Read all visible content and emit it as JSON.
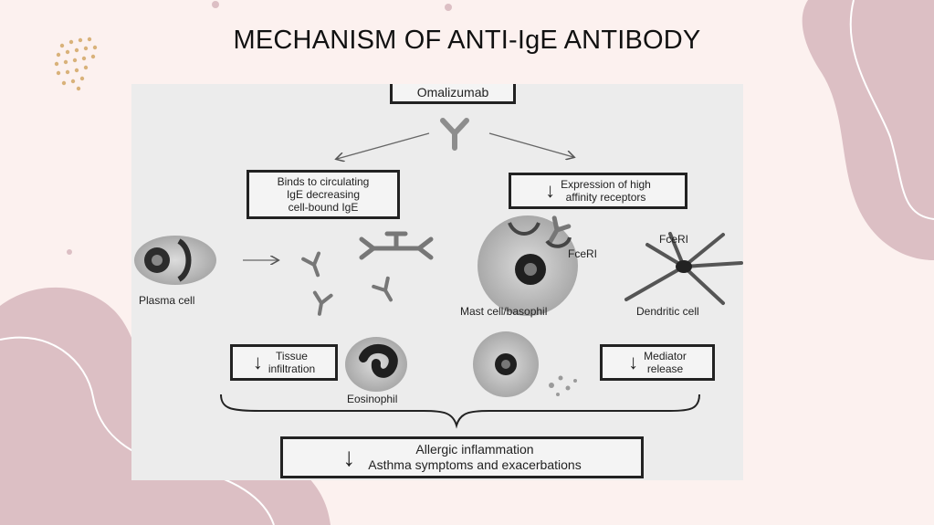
{
  "slide": {
    "title": "MECHANISM OF ANTI-IgE ANTIBODY"
  },
  "diagram": {
    "drug_label": "Omalizumab",
    "left_effect": "Binds to circulating\nIgE decreasing\ncell-bound IgE",
    "right_effect": "Expression of high\naffinity receptors",
    "cells": {
      "plasma": "Plasma cell",
      "mast": "Mast cell/basophil",
      "dendritic": "Dendritic cell",
      "eosinophil": "Eosinophil"
    },
    "receptor_labels": {
      "mast_receptor": "FceRI",
      "dendritic_receptor": "FceRI"
    },
    "outcomes": {
      "tissue": "Tissue\ninfiltration",
      "mediator": "Mediator\nrelease",
      "final_line1": "Allergic inflammation",
      "final_line2": "Asthma symptoms and exacerbations"
    },
    "down_arrow_symbol": "↓"
  },
  "colors": {
    "background": "#fcf1ef",
    "blob": "#dcbfc4",
    "dots": "#d9b27a"
  }
}
